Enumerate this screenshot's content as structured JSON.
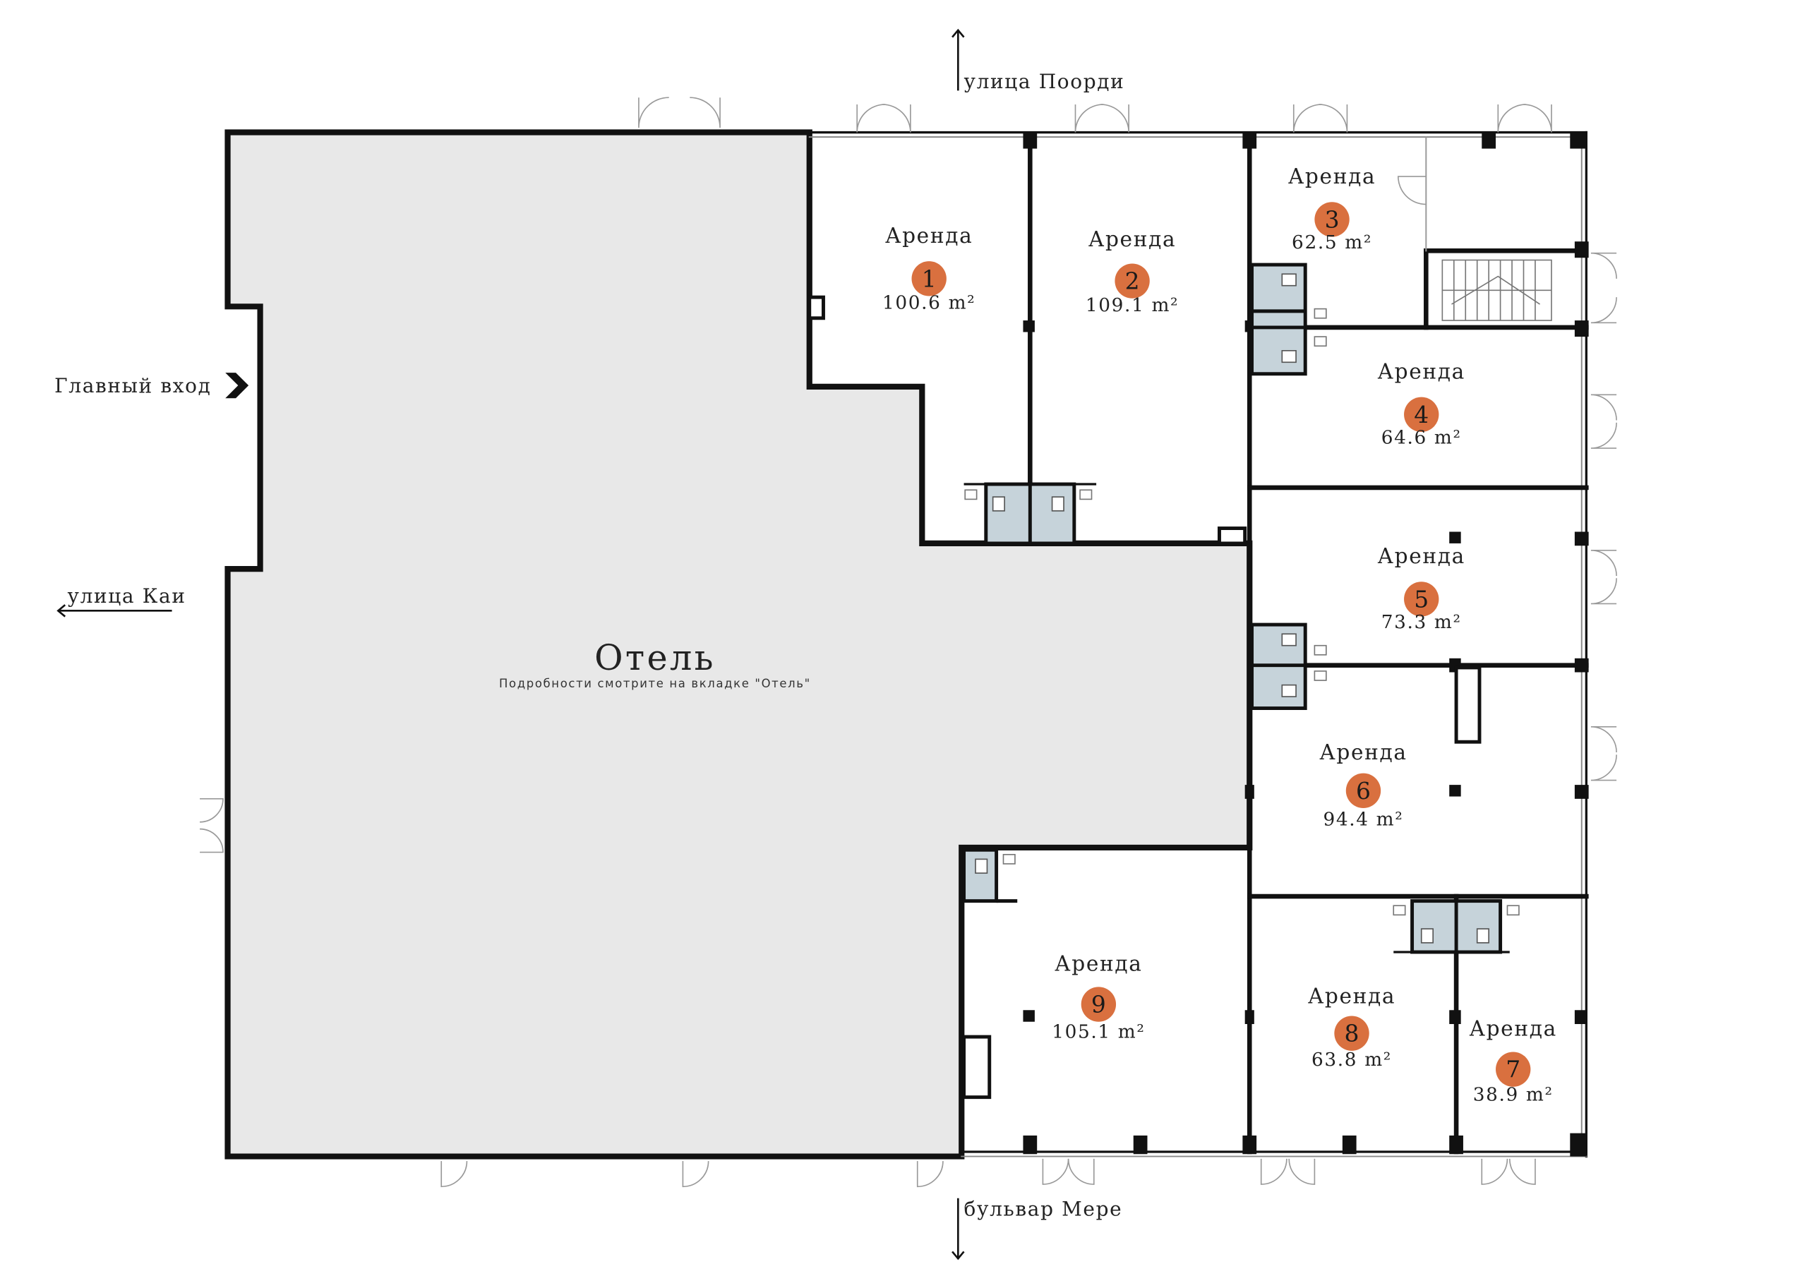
{
  "colors": {
    "wall": "#111111",
    "hotel_fill": "#e8e8e8",
    "wc_fill": "#c6d3da",
    "accent": "#d9703f",
    "text": "#222222"
  },
  "streets": {
    "north": "улица Поорди",
    "west": "улица Каи",
    "south": "бульвар Мере"
  },
  "entrance": {
    "label": "Главный вход",
    "icon": "chevron-right-icon"
  },
  "hotel": {
    "title": "Отель",
    "note": "Подробности смотрите на вкладке \"Отель\""
  },
  "units": [
    {
      "number": "1",
      "label": "Аренда",
      "area": "100.6 m²"
    },
    {
      "number": "2",
      "label": "Аренда",
      "area": "109.1 m²"
    },
    {
      "number": "3",
      "label": "Аренда",
      "area": "62.5 m²"
    },
    {
      "number": "4",
      "label": "Аренда",
      "area": "64.6 m²"
    },
    {
      "number": "5",
      "label": "Аренда",
      "area": "73.3 m²"
    },
    {
      "number": "6",
      "label": "Аренда",
      "area": "94.4 m²"
    },
    {
      "number": "7",
      "label": "Аренда",
      "area": "38.9 m²"
    },
    {
      "number": "8",
      "label": "Аренда",
      "area": "63.8 m²"
    },
    {
      "number": "9",
      "label": "Аренда",
      "area": "105.1 m²"
    }
  ]
}
